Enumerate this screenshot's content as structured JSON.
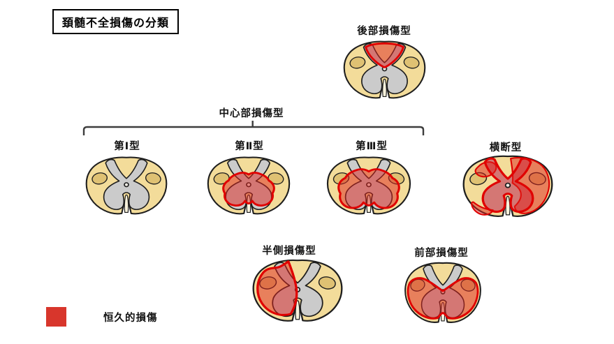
{
  "title": "頚髄不全損傷の分類",
  "groups": {
    "posterior": {
      "label": "後部損傷型"
    },
    "central": {
      "label": "中心部損傷型",
      "types": [
        {
          "label": "第Ⅰ型"
        },
        {
          "label": "第Ⅱ型"
        },
        {
          "label": "第Ⅲ型"
        }
      ]
    },
    "transverse": {
      "label": "横断型"
    },
    "hemisection": {
      "label": "半側損傷型"
    },
    "anterior": {
      "label": "前部損傷型"
    }
  },
  "legend": {
    "label": "恒久的損傷",
    "swatch_color": "#d8362c"
  },
  "palette": {
    "cream": "#f3dc9a",
    "tan": "#dfc173",
    "gray": "#cbcbcb",
    "outline": "#1e1e1e",
    "injury_stroke": "#e00000",
    "injury_fill": "rgba(221,36,29,0.5)",
    "bracket": "#3d3d3d"
  }
}
